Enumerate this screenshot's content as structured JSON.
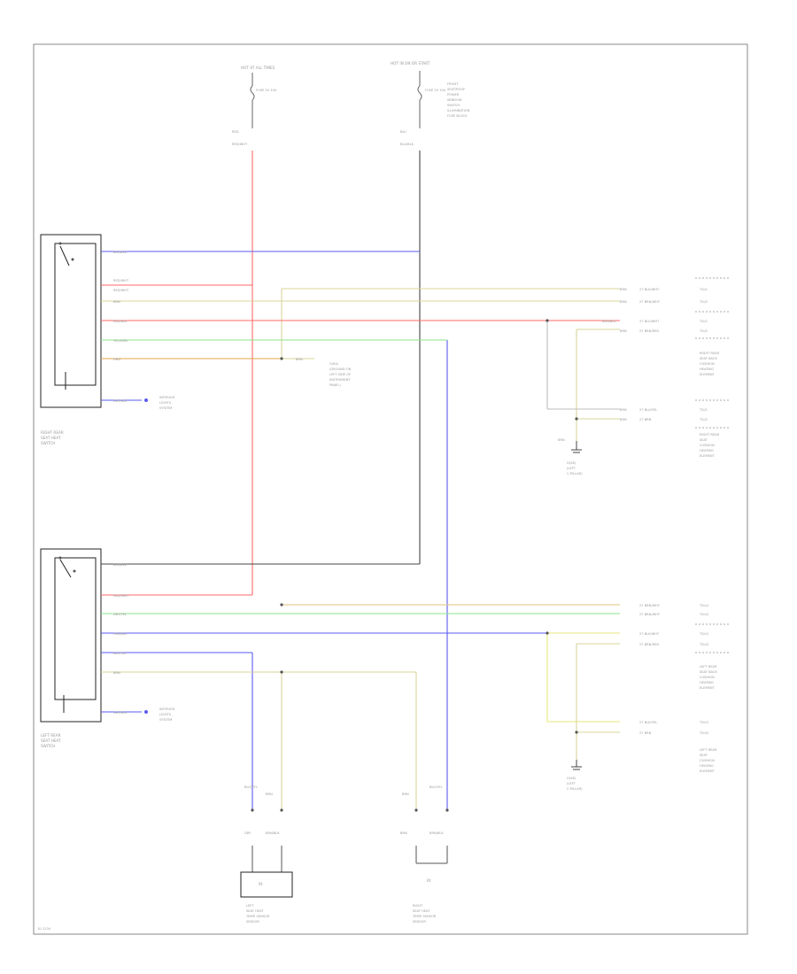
{
  "colors": {
    "frame": "#888888",
    "component": "#222222",
    "wire_red": "#ff6a6a",
    "wire_blue": "#5a5af2",
    "wire_green": "#8be38b",
    "wire_orange": "#e0a54c",
    "wire_yellow": "#d8d69a",
    "wire_gray": "#bdbdbd",
    "wire_black": "#444444"
  },
  "labels": {
    "hot_at_all_times": "HOT AT ALL TIMES",
    "fuse_left": "FUSE 20 10A",
    "hot_in_on_or_start": "HOT IN ON OR START",
    "fuse_right": "FUSE 10 10A",
    "fuse_right_notes": [
      "FRONT",
      "SEAT/ROOF",
      "POWER",
      "WINDOW",
      "SWITCH",
      "ILLUMINATION",
      "FUSE BLOCK"
    ],
    "right_rear_switch": [
      "RIGHT REAR",
      "SEAT HEAT",
      "SWITCH"
    ],
    "left_rear_switch": [
      "LEFT REAR",
      "SEAT HEAT",
      "SWITCH"
    ],
    "dimmer_right": [
      "INTERIOR",
      "LIGHTS",
      "SYSTEM"
    ],
    "dimmer_left": [
      "INTERIOR",
      "LIGHTS",
      "SYSTEM"
    ],
    "ground_mid": [
      "G(64)",
      "(GROUND ON",
      "LEFT SIDE OF",
      "INSTRUMENT",
      "PANEL)"
    ],
    "rr_heater_element": [
      "RIGHT REAR",
      "SEAT BACK",
      "CUSHION",
      "HEATING",
      "ELEMENT"
    ],
    "rr_seat_cushion": [
      "RIGHT REAR",
      "SEAT",
      "CUSHION",
      "HEATING",
      "ELEMENT"
    ],
    "lr_heater_element": [
      "LEFT REAR",
      "SEAT BACK",
      "CUSHION",
      "HEATING",
      "ELEMENT"
    ],
    "lr_seat_cushion": [
      "LEFT REAR",
      "SEAT",
      "CUSHION",
      "HEATING",
      "ELEMENT"
    ],
    "ground_right_upper": [
      "G(98)",
      "(LEFT",
      "C-PILLAR)"
    ],
    "ground_right_lower": [
      "G(98)",
      "(LEFT",
      "C-PILLAR)"
    ],
    "left_sensor": [
      "LEFT",
      "SEAT HEAT",
      "TEMP. SENSOR",
      "SENSOR"
    ],
    "right_sensor": [
      "RIGHT",
      "SEAT HEAT",
      "TEMP. SENSOR",
      "SENSOR"
    ],
    "sensor_symbol_left": "Rt",
    "sensor_symbol_right": "Rt",
    "footer_code": "10-1234"
  },
  "wires": {
    "red_v": [
      "RED",
      "RED/WHT"
    ],
    "blu_v": [
      "BLU",
      "BLU/BLK"
    ],
    "sw1": [
      "BLU/BLK",
      "RED/WHT",
      "RED/WHT",
      "BRN",
      "RED/BLK",
      "YEL/GRN",
      "ORG"
    ],
    "sw1_dimmer": "GRY/BLU",
    "mid_gnd": "BRN",
    "rr_ends": [
      "BRN",
      "BRN",
      "BRN/BLU",
      "BRN/BLU",
      "BRN",
      "BRN",
      "BRN",
      "BRN"
    ],
    "rr_codes": [
      "27 BLK/WHT",
      "27 BRN/WHT",
      "27 BLU/WHT",
      "27 BRN/RED",
      "27 BLU/YEL",
      "27 BRN"
    ],
    "rr_tags": [
      "T2i/1",
      "T2i/2",
      "T2i/1",
      "T2i/2",
      "T2i/1",
      "T2i/2"
    ],
    "sw2": [
      "BLU/BLK",
      "RED/WHT",
      "GRY/YEL",
      "PNK/BLU",
      "BLU/YEL",
      "BRN"
    ],
    "sw2_dimmer": "GRY/BLU",
    "lr_codes": [
      "27 BRN/WHT",
      "27 BRN/WHT",
      "27 BLK/WHT",
      "27 BRN/RED",
      "27 BLK/YEL",
      "27 BRN"
    ],
    "lr_tags": [
      "T2h/1",
      "T2h/2",
      "T2h/1",
      "T2h/2",
      "T2h/1",
      "T2h/2"
    ],
    "sensors": [
      "BLU/YEL",
      "BRN",
      "BRN",
      "BLU/YEL",
      "GRY",
      "BRN/BLK",
      "BRN",
      "BRN/BLK"
    ]
  }
}
